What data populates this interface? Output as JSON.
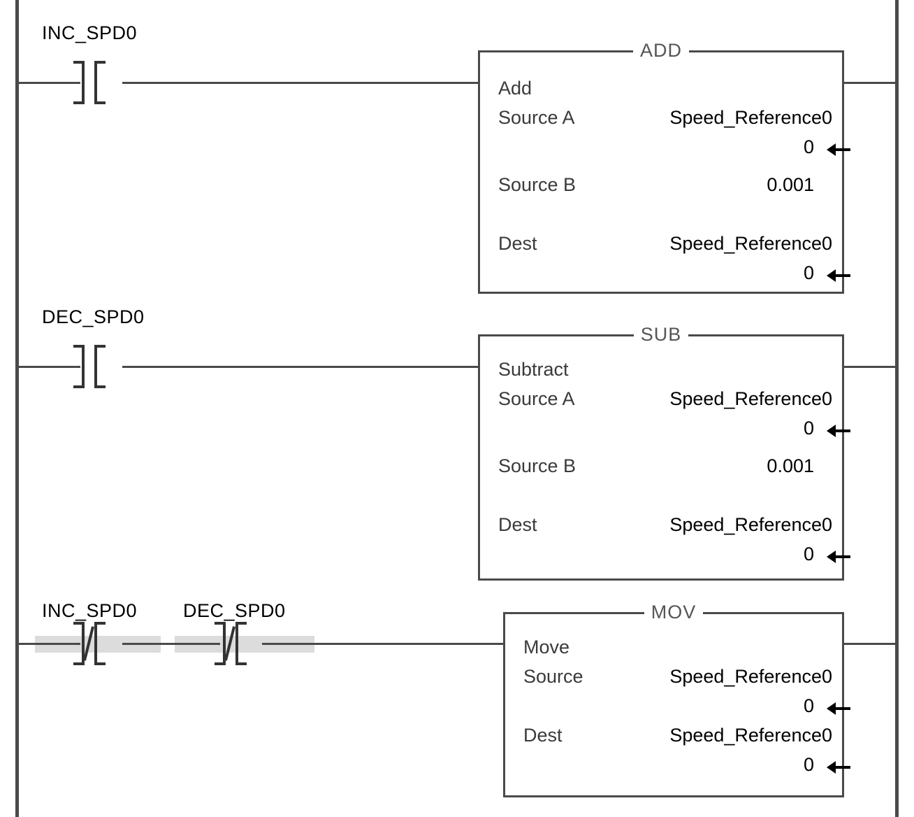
{
  "diagram": {
    "type": "ladder-logic",
    "rung_count": 3,
    "colors": {
      "rail": "#4a4a4a",
      "wire": "#4a4a4a",
      "contact": "#333333",
      "highlight": "#dcdcdc",
      "block_border": "#4a4a4a",
      "label_text": "#000000",
      "block_text": "#3a3a3a",
      "block_title": "#555555"
    }
  },
  "rungs": [
    {
      "index": 0,
      "energized": false,
      "contacts": [
        {
          "tag": "INC_SPD0",
          "type": "examine-if-closed",
          "symbol": "] ["
        }
      ],
      "block": {
        "mnemonic": "ADD",
        "name": "Add",
        "rows": [
          {
            "label": "Source A",
            "operand": "Speed_Reference0"
          },
          {
            "label": "",
            "value": "0",
            "arrow": true
          },
          {
            "label": "Source B",
            "value": "0.001"
          },
          {
            "label": "Dest",
            "operand": "Speed_Reference0"
          },
          {
            "label": "",
            "value": "0",
            "arrow": true
          }
        ]
      }
    },
    {
      "index": 1,
      "energized": false,
      "contacts": [
        {
          "tag": "DEC_SPD0",
          "type": "examine-if-closed",
          "symbol": "] ["
        }
      ],
      "block": {
        "mnemonic": "SUB",
        "name": "Subtract",
        "rows": [
          {
            "label": "Source A",
            "operand": "Speed_Reference0"
          },
          {
            "label": "",
            "value": "0",
            "arrow": true
          },
          {
            "label": "Source B",
            "value": "0.001"
          },
          {
            "label": "Dest",
            "operand": "Speed_Reference0"
          },
          {
            "label": "",
            "value": "0",
            "arrow": true
          }
        ]
      }
    },
    {
      "index": 2,
      "energized": true,
      "contacts": [
        {
          "tag": "INC_SPD0",
          "type": "examine-if-open",
          "symbol": "]/["
        },
        {
          "tag": "DEC_SPD0",
          "type": "examine-if-open",
          "symbol": "]/["
        }
      ],
      "block": {
        "mnemonic": "MOV",
        "name": "Move",
        "rows": [
          {
            "label": "Source",
            "operand": "Speed_Reference0"
          },
          {
            "label": "",
            "value": "0",
            "arrow": true
          },
          {
            "label": "Dest",
            "operand": "Speed_Reference0"
          },
          {
            "label": "",
            "value": "0",
            "arrow": true
          }
        ]
      }
    }
  ]
}
